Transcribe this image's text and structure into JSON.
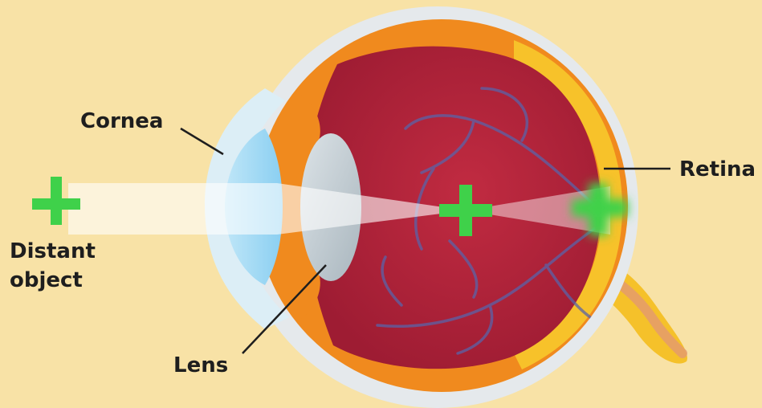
{
  "labels": {
    "cornea": "Cornea",
    "retina": "Retina",
    "lens": "Lens",
    "distant_object_line1": "Distant",
    "distant_object_line2": "object"
  },
  "colors": {
    "background": "#F8E2A6",
    "sclera_white": "#E5E9EC",
    "outer_orange": "#F08A1E",
    "choroid_yellow": "#F7C22A",
    "vitreous_red": "#B3243A",
    "cornea_blue": "#9FD8F4",
    "lens_grey": "#C3CDD3",
    "green_plus": "#3FD14A",
    "vein_blue": "#5A63A8",
    "label_text": "#1E1E1E"
  },
  "icons": {
    "object_marker": "plus-icon",
    "focus_marker": "plus-icon",
    "retina_image": "blurred-plus-icon"
  }
}
